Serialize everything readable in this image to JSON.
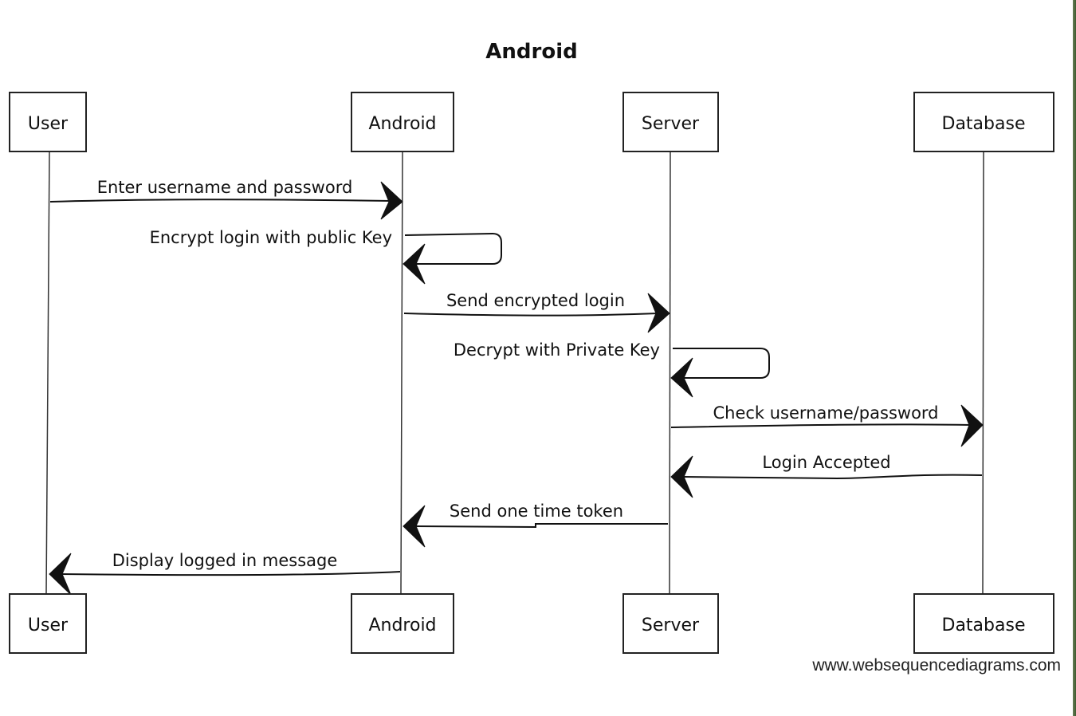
{
  "title": "Android",
  "participants": [
    "User",
    "Android",
    "Server",
    "Database"
  ],
  "messages": [
    {
      "from": "User",
      "to": "Android",
      "label": "Enter username and password"
    },
    {
      "from": "Android",
      "to": "Android",
      "label": "Encrypt login with public Key"
    },
    {
      "from": "Android",
      "to": "Server",
      "label": "Send encrypted login"
    },
    {
      "from": "Server",
      "to": "Server",
      "label": "Decrypt with Private Key"
    },
    {
      "from": "Server",
      "to": "Database",
      "label": "Check username/password"
    },
    {
      "from": "Database",
      "to": "Server",
      "label": "Login Accepted"
    },
    {
      "from": "Server",
      "to": "Android",
      "label": "Send one time token"
    },
    {
      "from": "Android",
      "to": "User",
      "label": "Display logged in message"
    }
  ],
  "watermark": "www.websequencediagrams.com",
  "colors": {
    "ink": "#111111",
    "background": "#ffffff",
    "edge_accent": "#3f5a2d"
  }
}
